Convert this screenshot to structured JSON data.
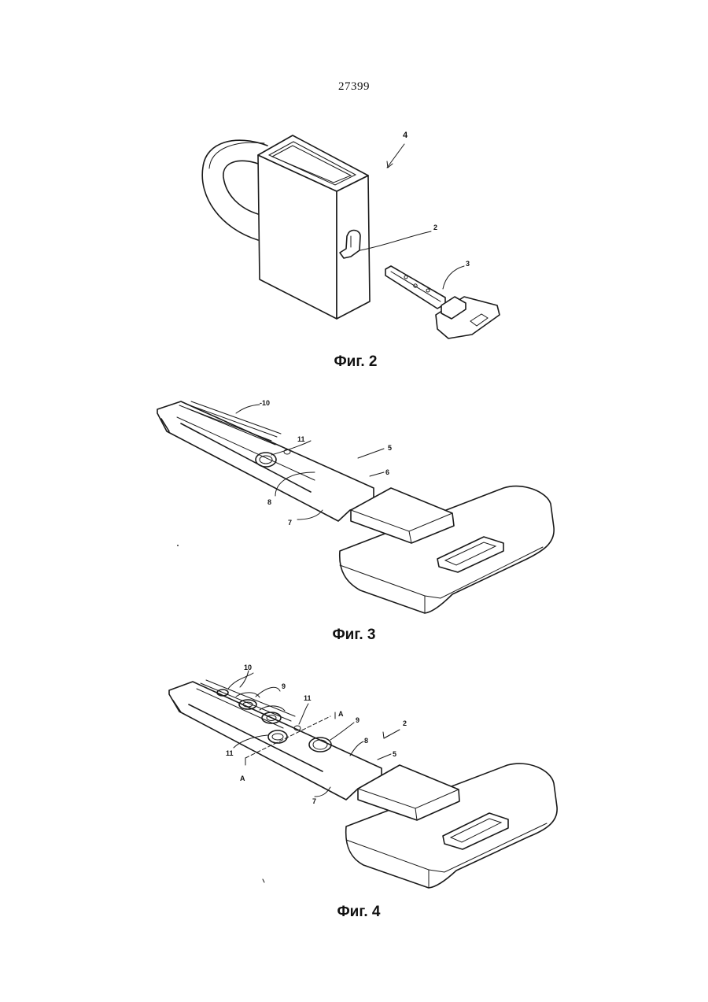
{
  "page": {
    "number": "27399"
  },
  "figures": [
    {
      "caption": "Фиг. 2",
      "labels": {
        "lock": "4",
        "keyway": "2",
        "key": "3"
      }
    },
    {
      "caption": "Фиг. 3",
      "labels": {
        "groove": "-10",
        "hole": "11",
        "blade": "5",
        "shank": "6",
        "side": "8",
        "edge": "7"
      }
    },
    {
      "caption": "Фиг. 4",
      "labels": {
        "groove": "10",
        "pin_top": "9",
        "hole_top": "11",
        "section_mark_right": "A",
        "pin_right": "9",
        "assembly": "2",
        "side": "8",
        "blade": "5",
        "hole_bottom": "11",
        "section_mark_left": "A",
        "edge": "7"
      }
    }
  ]
}
